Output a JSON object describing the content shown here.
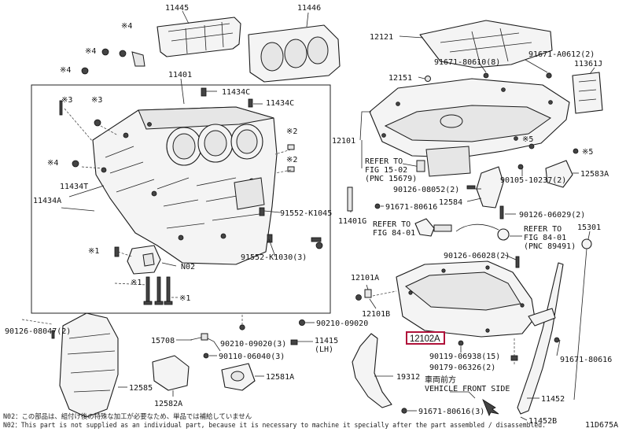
{
  "labels": {
    "p11445": "11445",
    "p11446": "11446",
    "p12121": "12121",
    "p91671_80610": "91671-80610(8)",
    "p91671_A0612": "91671-A0612(2)",
    "p11361J": "11361J",
    "p11401": "11401",
    "p11434C_a": "11434C",
    "p11434C_b": "11434C",
    "p12151": "12151",
    "p12101": "12101",
    "ref_15_02": "REFER TO",
    "ref_15_02b": "FIG 15-02",
    "ref_15_02c": "(PNC 15679)",
    "p11434T": "11434T",
    "p11434A": "11434A",
    "p90126_08052": "90126-08052(2)",
    "p90105_10237": "90105-10237(2)",
    "p12583A": "12583A",
    "p12584": "12584",
    "p91671_80616a": "91671-80616",
    "p91552_K1045": "91552-K1045",
    "p11401G": "11401G",
    "p90126_06029": "90126-06029(2)",
    "ref_84_01a": "REFER TO",
    "ref_84_01b": "FIG 84-01",
    "ref_84_01c": "REFER TO",
    "ref_84_01d": "FIG 84-01",
    "ref_84_01e": "(PNC 89491)",
    "p15301": "15301",
    "p91552_K1030": "91552-K1030(3)",
    "pN02": "N02",
    "p90126_06028": "90126-06028(2)",
    "p12101A": "12101A",
    "p12101B": "12101B",
    "p90126_08047": "90126-08047(2)",
    "p90210_09020a": "90210-09020",
    "p90210_09020b": "90210-09020(3)",
    "p12102A": "12102A",
    "p15708": "15708",
    "p90110_06040": "90110-06040(3)",
    "p11415": "11415",
    "p11415lh": "(LH)",
    "p90119_06938": "90119-06938(15)",
    "p90179_06326": "90179-06326(2)",
    "p91671_80616b": "91671-80616",
    "p12585": "12585",
    "p12581A": "12581A",
    "p19312": "19312",
    "vehicle_front_jp": "車両前方",
    "vehicle_front": "VEHICLE FRONT SIDE",
    "p11452": "11452",
    "p12582A": "12582A",
    "p91671_80616c": "91671-80616(3)",
    "p11452B": "11452B",
    "mark1a": "※1",
    "mark1b": "※1",
    "mark1c": "※1",
    "mark2a": "※2",
    "mark2b": "※2",
    "mark3": "※3",
    "mark3b": "※3",
    "mark4a": "※4",
    "mark4b": "※4",
    "mark4c": "※4",
    "mark4d": "※4",
    "mark5a": "※5",
    "mark5b": "※5",
    "fig_id": "11D675A"
  },
  "notes": {
    "n1": "N02：この部品は、組付け後の特殊な加工が必要なため、単品では補給していません",
    "n2": "N02：This part is not supplied as an individual part, because it is necessary to machine it specially after the part assembled / disassembled."
  }
}
